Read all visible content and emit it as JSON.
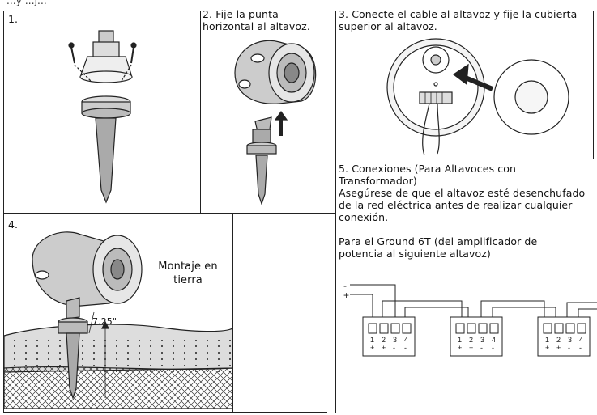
{
  "header": {
    "partial_title": "...y ...j..."
  },
  "steps": {
    "step1": {
      "label": "1."
    },
    "step2": {
      "label": "2. Fije la punta horizontal al altavoz."
    },
    "step3": {
      "label": "3. Conecte el cable al altavoz y fije la cubierta superior al altavoz."
    },
    "step4": {
      "label": "4.",
      "mount_label": "Montaje en tierra",
      "height": "7.25\""
    },
    "step5": {
      "title": "5. Conexiones (Para Altavoces con Transformador)",
      "warning": "Asegúrese de que el altavoz esté desenchufado de la red eléctrica antes de realizar cualquier conexión.",
      "ground_note": "Para el Ground 6T (del amplificador de potencia al siguiente altavoz)",
      "minus": "-",
      "plus": "+",
      "terminal_numbers": [
        "1",
        "2",
        "3",
        "4"
      ],
      "terminal_signs": [
        "+",
        "+",
        "-",
        "-"
      ]
    }
  }
}
